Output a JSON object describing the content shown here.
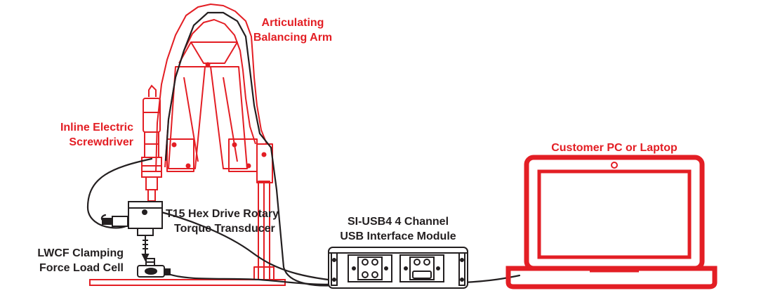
{
  "colors": {
    "accent": "#e31e24",
    "ink": "#231f20",
    "background": "#ffffff"
  },
  "labels": {
    "arm": [
      "Articulating",
      "Balancing Arm"
    ],
    "screwdriver": [
      "Inline Electric",
      "Screwdriver"
    ],
    "transducer": [
      "T15 Hex Drive Rotary",
      "Torque Transducer"
    ],
    "load_cell": [
      "LWCF Clamping",
      "Force Load Cell"
    ],
    "module": [
      "SI-USB4 4 Channel",
      "USB Interface Module"
    ],
    "pc": "Customer PC or Laptop"
  },
  "components": [
    {
      "name": "articulating-balancing-arm",
      "color": "accent"
    },
    {
      "name": "inline-electric-screwdriver",
      "color": "accent"
    },
    {
      "name": "t15-hex-drive-rotary-torque-transducer",
      "color": "ink"
    },
    {
      "name": "lwcf-clamping-force-load-cell",
      "color": "ink"
    },
    {
      "name": "si-usb4-interface-module",
      "color": "ink"
    },
    {
      "name": "customer-pc-or-laptop",
      "color": "accent"
    }
  ],
  "connections": [
    {
      "from": "inline-electric-screwdriver",
      "to": "si-usb4-interface-module"
    },
    {
      "from": "t15-hex-drive-rotary-torque-transducer",
      "to": "si-usb4-interface-module"
    },
    {
      "from": "lwcf-clamping-force-load-cell",
      "to": "si-usb4-interface-module"
    },
    {
      "from": "si-usb4-interface-module",
      "to": "customer-pc-or-laptop"
    }
  ]
}
